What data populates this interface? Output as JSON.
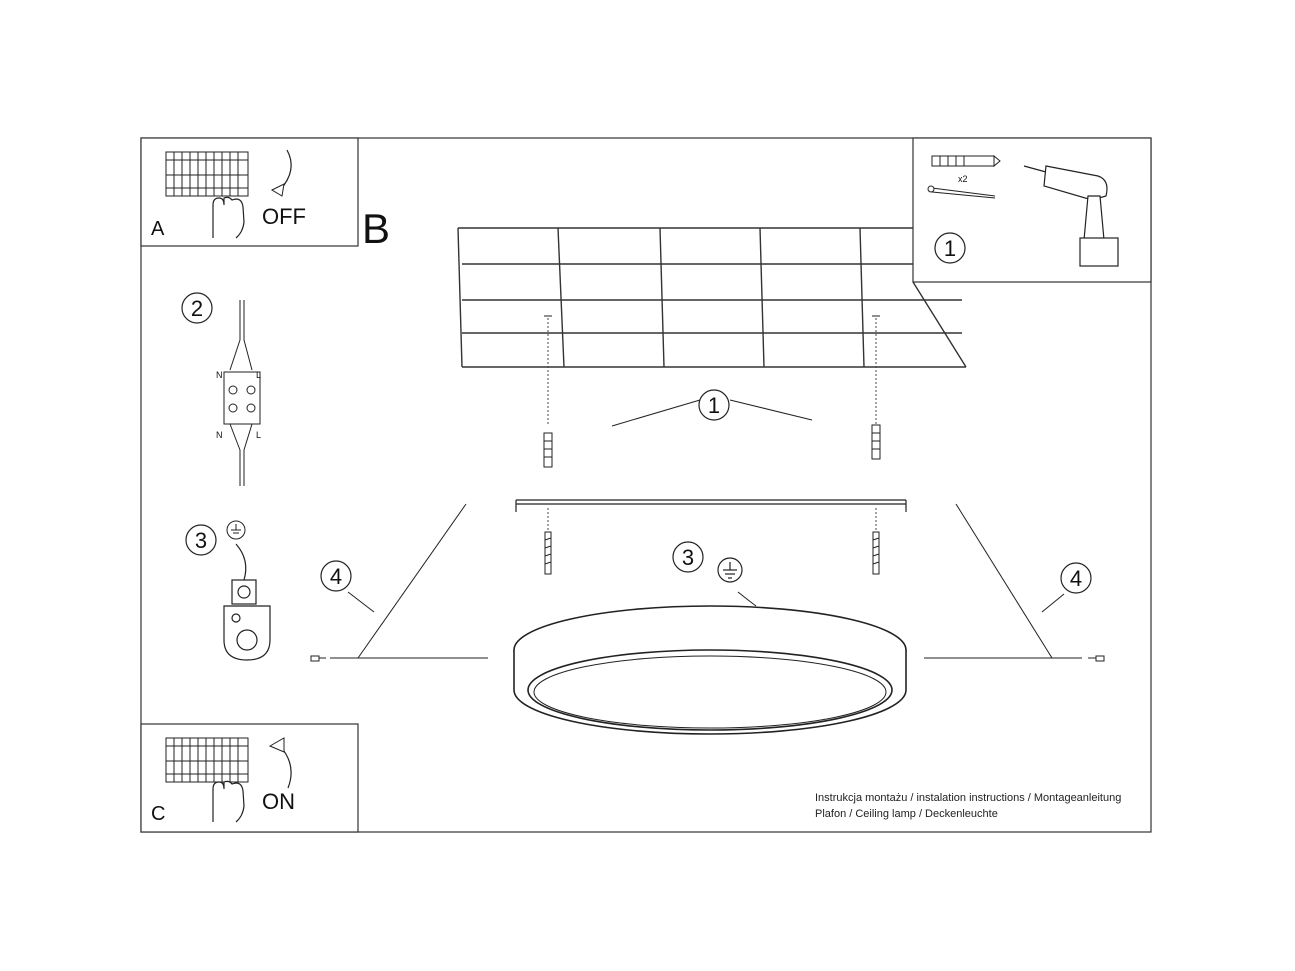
{
  "panels": {
    "a": {
      "letter": "A",
      "action": "OFF"
    },
    "b": {
      "letter": "B"
    },
    "c": {
      "letter": "C",
      "action": "ON"
    }
  },
  "steps": {
    "mount": "1",
    "wiring": "2",
    "ground": "3",
    "screws": "4"
  },
  "wiring_terminals": {
    "neutral": "N",
    "live": "L"
  },
  "parts": {
    "anchor_count": "x2"
  },
  "caption": {
    "line1": "Instrukcja montażu / instalation instructions / Montageanleitung",
    "line2": "Plafon / Ceiling lamp / Deckenleuchte"
  }
}
